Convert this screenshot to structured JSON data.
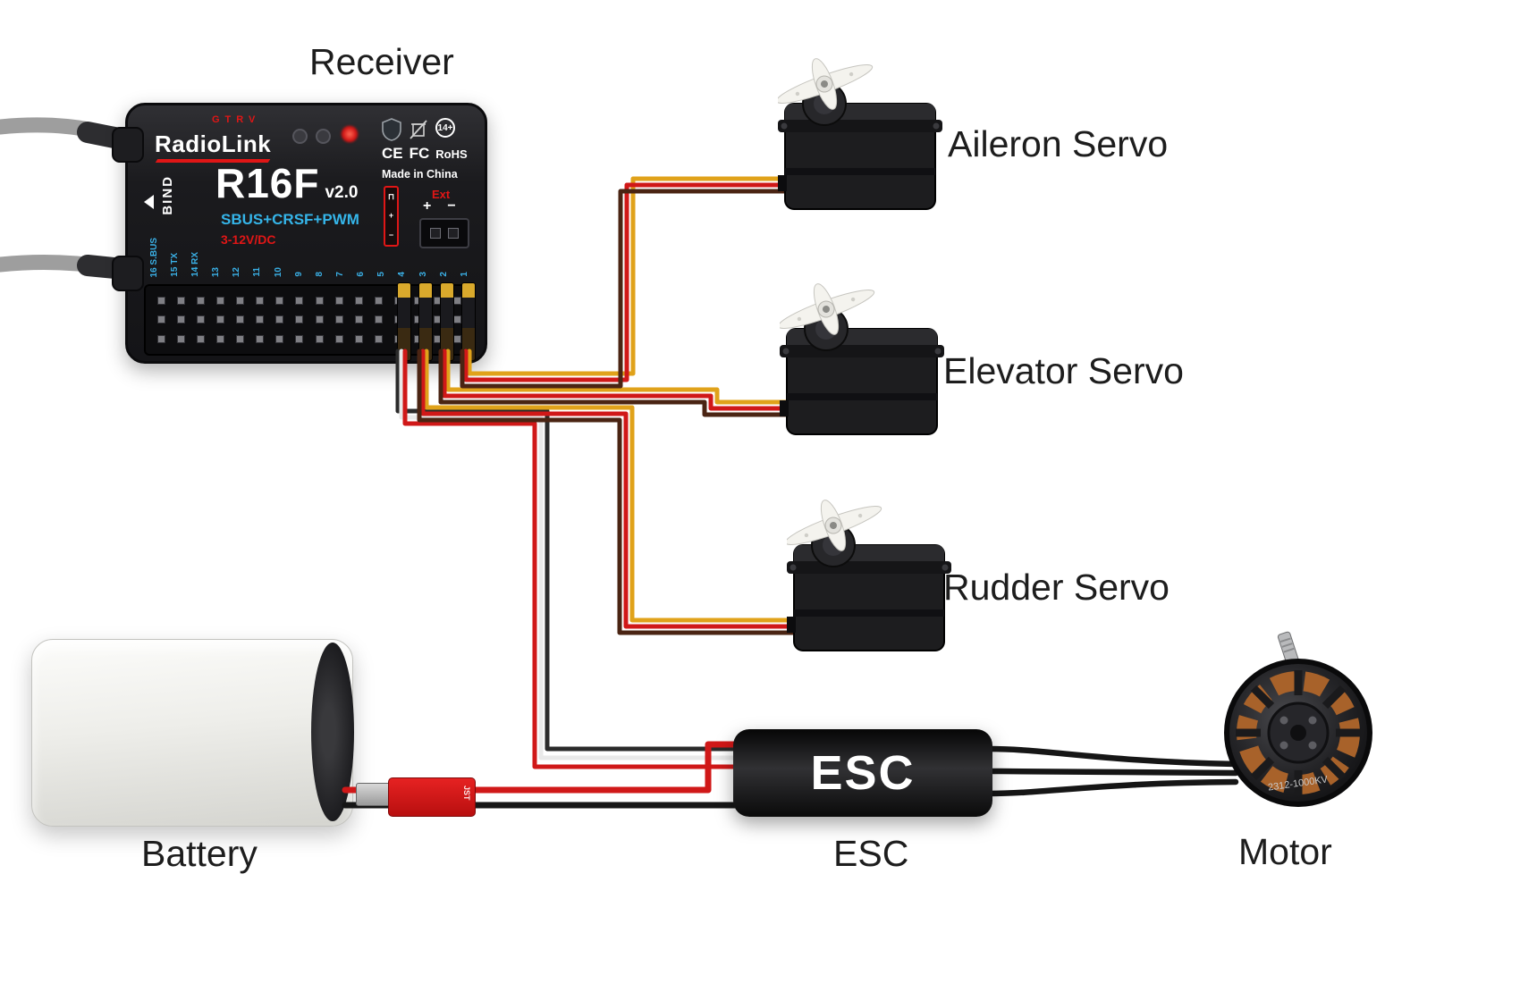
{
  "diagram": {
    "labels": {
      "receiver": "Receiver",
      "aileron_servo": "Aileron Servo",
      "elevator_servo": "Elevator Servo",
      "rudder_servo": "Rudder Servo",
      "battery": "Battery",
      "esc": "ESC",
      "motor": "Motor"
    }
  },
  "receiver": {
    "header": "GTRV",
    "brand": "RadioLink",
    "model": "R16F",
    "version": "v2.0",
    "protocols": "SBUS+CRSF+PWM",
    "voltage": "3-12V/DC",
    "bind_label": "BIND",
    "made_in": "Made in China",
    "cert_ce": "CE",
    "cert_fc": "FC",
    "cert_rohs": "RoHS",
    "age_mark": "14+",
    "ext_label": "Ext",
    "ext_plus": "+",
    "ext_minus": "−",
    "polarity_pins": [
      "⊓",
      "+",
      "−"
    ],
    "channels": [
      "16 S.BUS",
      "15 TX",
      "14 RX",
      "13",
      "12",
      "11",
      "10",
      "9",
      "8",
      "7",
      "6",
      "5",
      "4",
      "3",
      "2",
      "1"
    ]
  },
  "esc": {
    "label": "ESC"
  },
  "battery": {
    "connector": "JST"
  },
  "motor": {
    "marking": "2312-1000KV"
  },
  "colors": {
    "wire_orange": "#e0a21a",
    "wire_red": "#d01818",
    "wire_brown": "#4a2413",
    "wire_white": "#e9e9e9",
    "wire_black": "#161616",
    "accent_cyan": "#35b5e9",
    "accent_red": "#e01616"
  }
}
